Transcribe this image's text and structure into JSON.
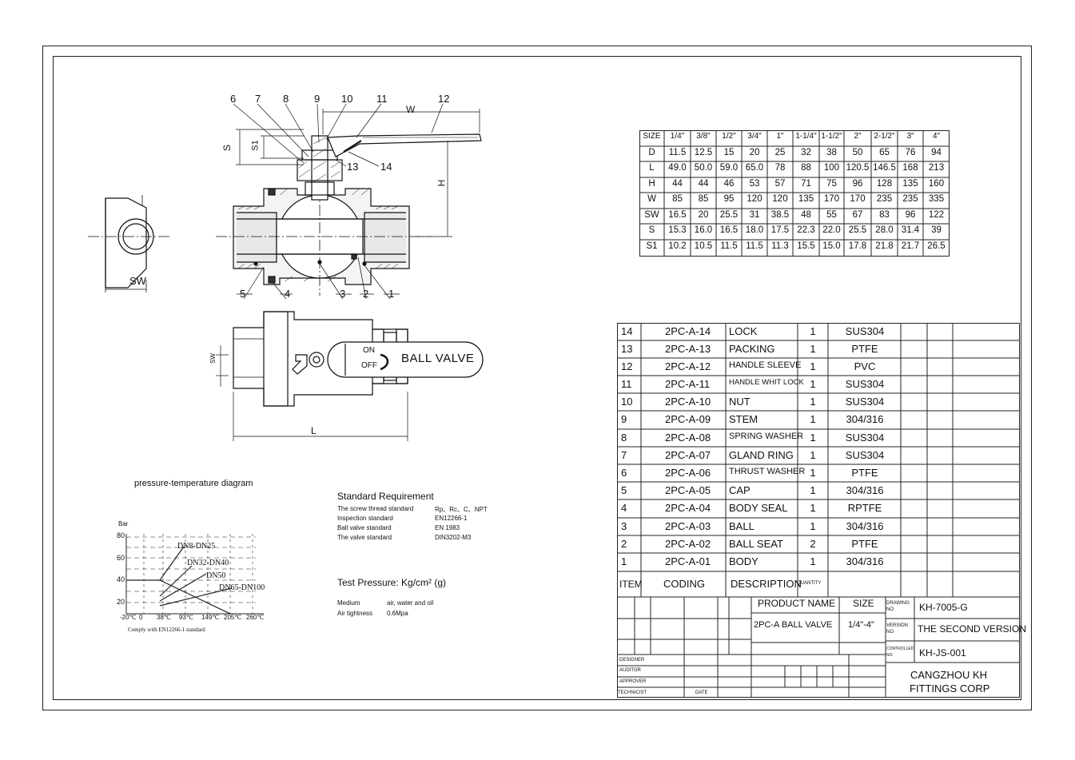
{
  "callouts": [
    "1",
    "2",
    "3",
    "4",
    "5",
    "6",
    "7",
    "8",
    "9",
    "10",
    "11",
    "12",
    "13",
    "14"
  ],
  "dims": {
    "W": "W",
    "S": "S",
    "S1": "S1",
    "H": "H",
    "SW": "SW",
    "L": "L"
  },
  "handle": {
    "on": "ON",
    "off": "OFF",
    "name": "BALL VALVE"
  },
  "size_table": {
    "header": [
      "SIZE",
      "1/4\"",
      "3/8\"",
      "1/2\"",
      "3/4\"",
      "1\"",
      "1-1/4\"",
      "1-1/2\"",
      "2\"",
      "2-1/2\"",
      "3\"",
      "4\""
    ],
    "rows": [
      [
        "D",
        "11.5",
        "12.5",
        "15",
        "20",
        "25",
        "32",
        "38",
        "50",
        "65",
        "76",
        "94"
      ],
      [
        "L",
        "49.0",
        "50.0",
        "59.0",
        "65.0",
        "78",
        "88",
        "100",
        "120.5",
        "146.5",
        "168",
        "213"
      ],
      [
        "H",
        "44",
        "44",
        "46",
        "53",
        "57",
        "71",
        "75",
        "96",
        "128",
        "135",
        "160"
      ],
      [
        "W",
        "85",
        "85",
        "95",
        "120",
        "120",
        "135",
        "170",
        "170",
        "235",
        "235",
        "335"
      ],
      [
        "SW",
        "16.5",
        "20",
        "25.5",
        "31",
        "38.5",
        "48",
        "55",
        "67",
        "83",
        "96",
        "122"
      ],
      [
        "S",
        "15.3",
        "16.0",
        "16.5",
        "18.0",
        "17.5",
        "22.3",
        "22.0",
        "25.5",
        "28.0",
        "31.4",
        "39"
      ],
      [
        "S1",
        "10.2",
        "10.5",
        "11.5",
        "11.5",
        "11.3",
        "15.5",
        "15.0",
        "17.8",
        "21.8",
        "21.7",
        "26.5"
      ]
    ]
  },
  "bom": [
    [
      "14",
      "2PC-A-14",
      "LOCK",
      "1",
      "SUS304"
    ],
    [
      "13",
      "2PC-A-13",
      "PACKING",
      "1",
      "PTFE"
    ],
    [
      "12",
      "2PC-A-12",
      "HANDLE SLEEVE",
      "1",
      "PVC"
    ],
    [
      "11",
      "2PC-A-11",
      "HANDLE WHIT LOCK",
      "1",
      "SUS304"
    ],
    [
      "10",
      "2PC-A-10",
      "NUT",
      "1",
      "SUS304"
    ],
    [
      "9",
      "2PC-A-09",
      "STEM",
      "1",
      "304/316"
    ],
    [
      "8",
      "2PC-A-08",
      "SPRING WASHER",
      "1",
      "SUS304"
    ],
    [
      "7",
      "2PC-A-07",
      "GLAND RING",
      "1",
      "SUS304"
    ],
    [
      "6",
      "2PC-A-06",
      "THRUST WASHER",
      "1",
      "PTFE"
    ],
    [
      "5",
      "2PC-A-05",
      "CAP",
      "1",
      "304/316"
    ],
    [
      "4",
      "2PC-A-04",
      "BODY SEAL",
      "1",
      "RPTFE"
    ],
    [
      "3",
      "2PC-A-03",
      "BALL",
      "1",
      "304/316"
    ],
    [
      "2",
      "2PC-A-02",
      "BALL SEAT",
      "2",
      "PTFE"
    ],
    [
      "1",
      "2PC-A-01",
      "BODY",
      "1",
      "304/316"
    ]
  ],
  "bom_header": {
    "item": "ITEM",
    "coding": "CODING",
    "description": "DESCRIPTION",
    "quantity": "QUANTITY"
  },
  "title_block": {
    "product_name_label": "PRODUCT NAME",
    "size_label": "SIZE",
    "product_name": "2PC-A BALL VALVE",
    "size": "1/4\"-4\"",
    "drawing_no_label": "DRAWING NO",
    "drawing_no": "KH-7005-G",
    "version_no_label": "VERSION NO",
    "version": "THE SECOND VERSION",
    "controlled_no_label": "CONTROLLED NO.",
    "controlled_no": "KH-JS-001",
    "designer": "DESIGNER",
    "auditor": "AUDITOR",
    "approver": "APPROVER",
    "technician": "TECHNICIST",
    "date": "DATE",
    "company_line1": "CANGZHOU KH",
    "company_line2": "FITTINGS CORP"
  },
  "pt_diagram": {
    "title": "pressure-temperature diagram",
    "y_unit": "Bar",
    "y_ticks": [
      "80",
      "60",
      "40",
      "20"
    ],
    "x_ticks": [
      "-20℃",
      "0",
      "38℃",
      "93℃",
      "149℃",
      "205℃",
      "260℃"
    ],
    "curves": [
      "DN8-DN25",
      "DN32-DN40",
      "DN50",
      "DN65-DN100"
    ],
    "note": "Comply with EN12266-1 standard"
  },
  "standards": {
    "title": "Standard Requirement",
    "rows": [
      [
        "The screw thread standard",
        "Rp、Rc、C、NPT"
      ],
      [
        "Inspection standard",
        "EN12266-1"
      ],
      [
        "Ball valve standard",
        "EN 1983"
      ],
      [
        "The valve standard",
        "DIN3202-M3"
      ]
    ]
  },
  "test": {
    "title": "Test Pressure: Kg/cm² (g)",
    "rows": [
      [
        "Medium",
        "air, water and oil"
      ],
      [
        "Air tightness",
        "0.6Mpa"
      ]
    ]
  }
}
